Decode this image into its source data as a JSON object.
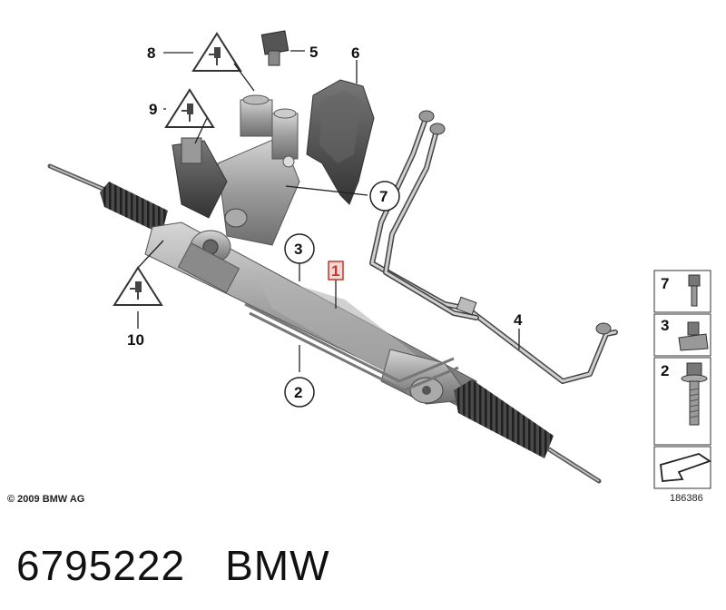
{
  "callouts": {
    "c1": "1",
    "c2": "2",
    "c3": "3",
    "c4": "4",
    "c5": "5",
    "c6": "6",
    "c7": "7",
    "c8": "8",
    "c9": "9",
    "c10": "10"
  },
  "legend": {
    "items": [
      "7",
      "3",
      "2"
    ],
    "arrow_icon": "flat-arrow-icon"
  },
  "copyright": "© 2009 BMW AG",
  "diagram_number": "186386",
  "caption": {
    "part_number": "6795222",
    "brand": "BMW"
  },
  "colors": {
    "highlight": "#c0392b",
    "line": "#111111",
    "part_grey": "#9a9a9a"
  },
  "icons": [
    "warning-plug-icon",
    "flat-arrow-icon"
  ]
}
